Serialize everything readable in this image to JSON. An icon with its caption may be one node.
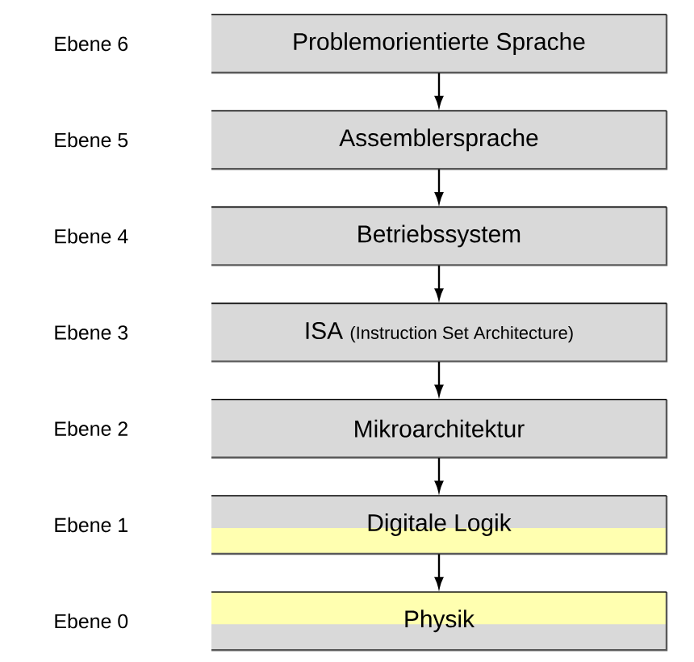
{
  "diagram": {
    "nodes": [
      {
        "text": [
          "Problemorientierte Sprache"
        ]
      },
      {
        "text": [
          "Assemblersprache"
        ]
      },
      {
        "text": [
          "Betriebssystem"
        ]
      },
      {
        "text": [
          "ISA",
          "(Instruction Set Architecture)"
        ]
      },
      {
        "text": [
          "Mikroarchitektur"
        ]
      },
      {
        "text": [
          "Digitale Logik"
        ]
      },
      {
        "text": [
          "Physik"
        ]
      }
    ],
    "edges": [
      {
        "from": 0,
        "to": 1,
        "arrow": "to"
      },
      {
        "from": 1,
        "to": 2,
        "arrow": "to"
      },
      {
        "from": 2,
        "to": 3,
        "arrow": "to"
      },
      {
        "from": 3,
        "to": 4,
        "arrow": "to"
      },
      {
        "from": 4,
        "to": 5,
        "arrow": "to"
      },
      {
        "from": 5,
        "to": 6,
        "arrow": "to"
      }
    ],
    "labels": [
      "Ebene 6",
      "Ebene 5",
      "Ebene 4",
      "Ebene 3",
      "Ebene 2",
      "Ebene 1",
      "Ebene 0"
    ]
  }
}
